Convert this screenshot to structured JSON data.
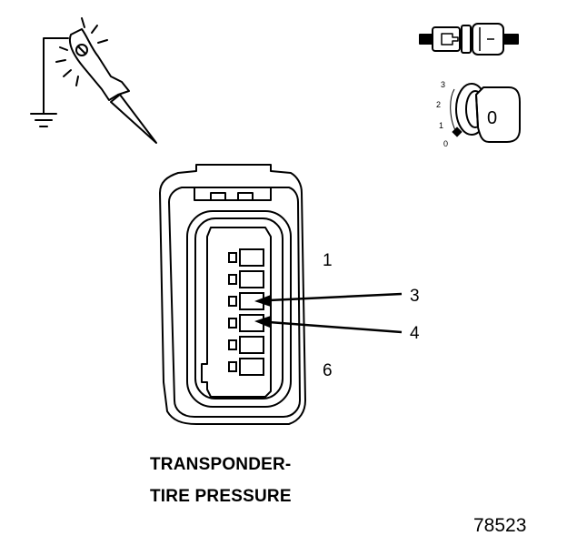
{
  "caption": {
    "line1": "TRANSPONDER-",
    "line2": "TIRE PRESSURE"
  },
  "figure_number": "78523",
  "pin_labels": {
    "pin1": "1",
    "pin3": "3",
    "pin4": "4",
    "pin6": "6"
  },
  "key_positions": [
    "3",
    "2",
    "1",
    "0"
  ],
  "key_symbol": "0",
  "icons": [
    "probe-ground-icon",
    "disconnected-connector-icon",
    "ignition-key-off-icon"
  ],
  "colors": {
    "ink": "#000000",
    "background": "#ffffff"
  }
}
